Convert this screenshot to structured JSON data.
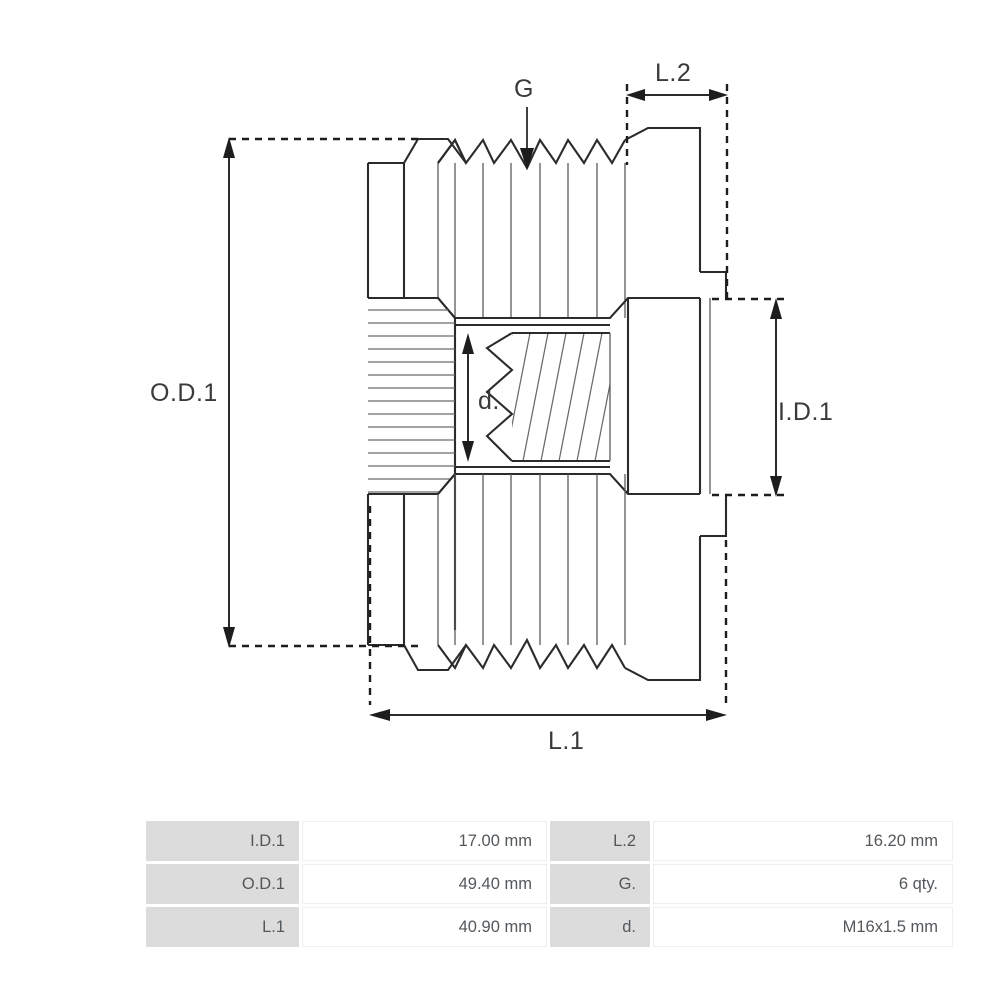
{
  "drawing": {
    "title": "Alternator freewheel pulley cross-section",
    "labels": {
      "od1": "O.D.1",
      "id1": "I.D.1",
      "l1": "L.1",
      "l2": "L.2",
      "d": "d.",
      "g": "G"
    }
  },
  "spec_table": {
    "rows": [
      {
        "label_left": "I.D.1",
        "value_left": "17.00 mm",
        "label_right": "L.2",
        "value_right": "16.20 mm"
      },
      {
        "label_left": "O.D.1",
        "value_left": "49.40 mm",
        "label_right": "G.",
        "value_right": "6 qty."
      },
      {
        "label_left": "L.1",
        "value_left": "40.90 mm",
        "label_right": "d.",
        "value_right": "M16x1.5 mm"
      }
    ]
  },
  "colors": {
    "line": "#2b2b2b",
    "hatch": "#6a6a6a",
    "text": "#3a3a3a",
    "table_label_bg": "#dcdcdc",
    "table_value_bg": "#ffffff",
    "table_text": "#53585c"
  }
}
